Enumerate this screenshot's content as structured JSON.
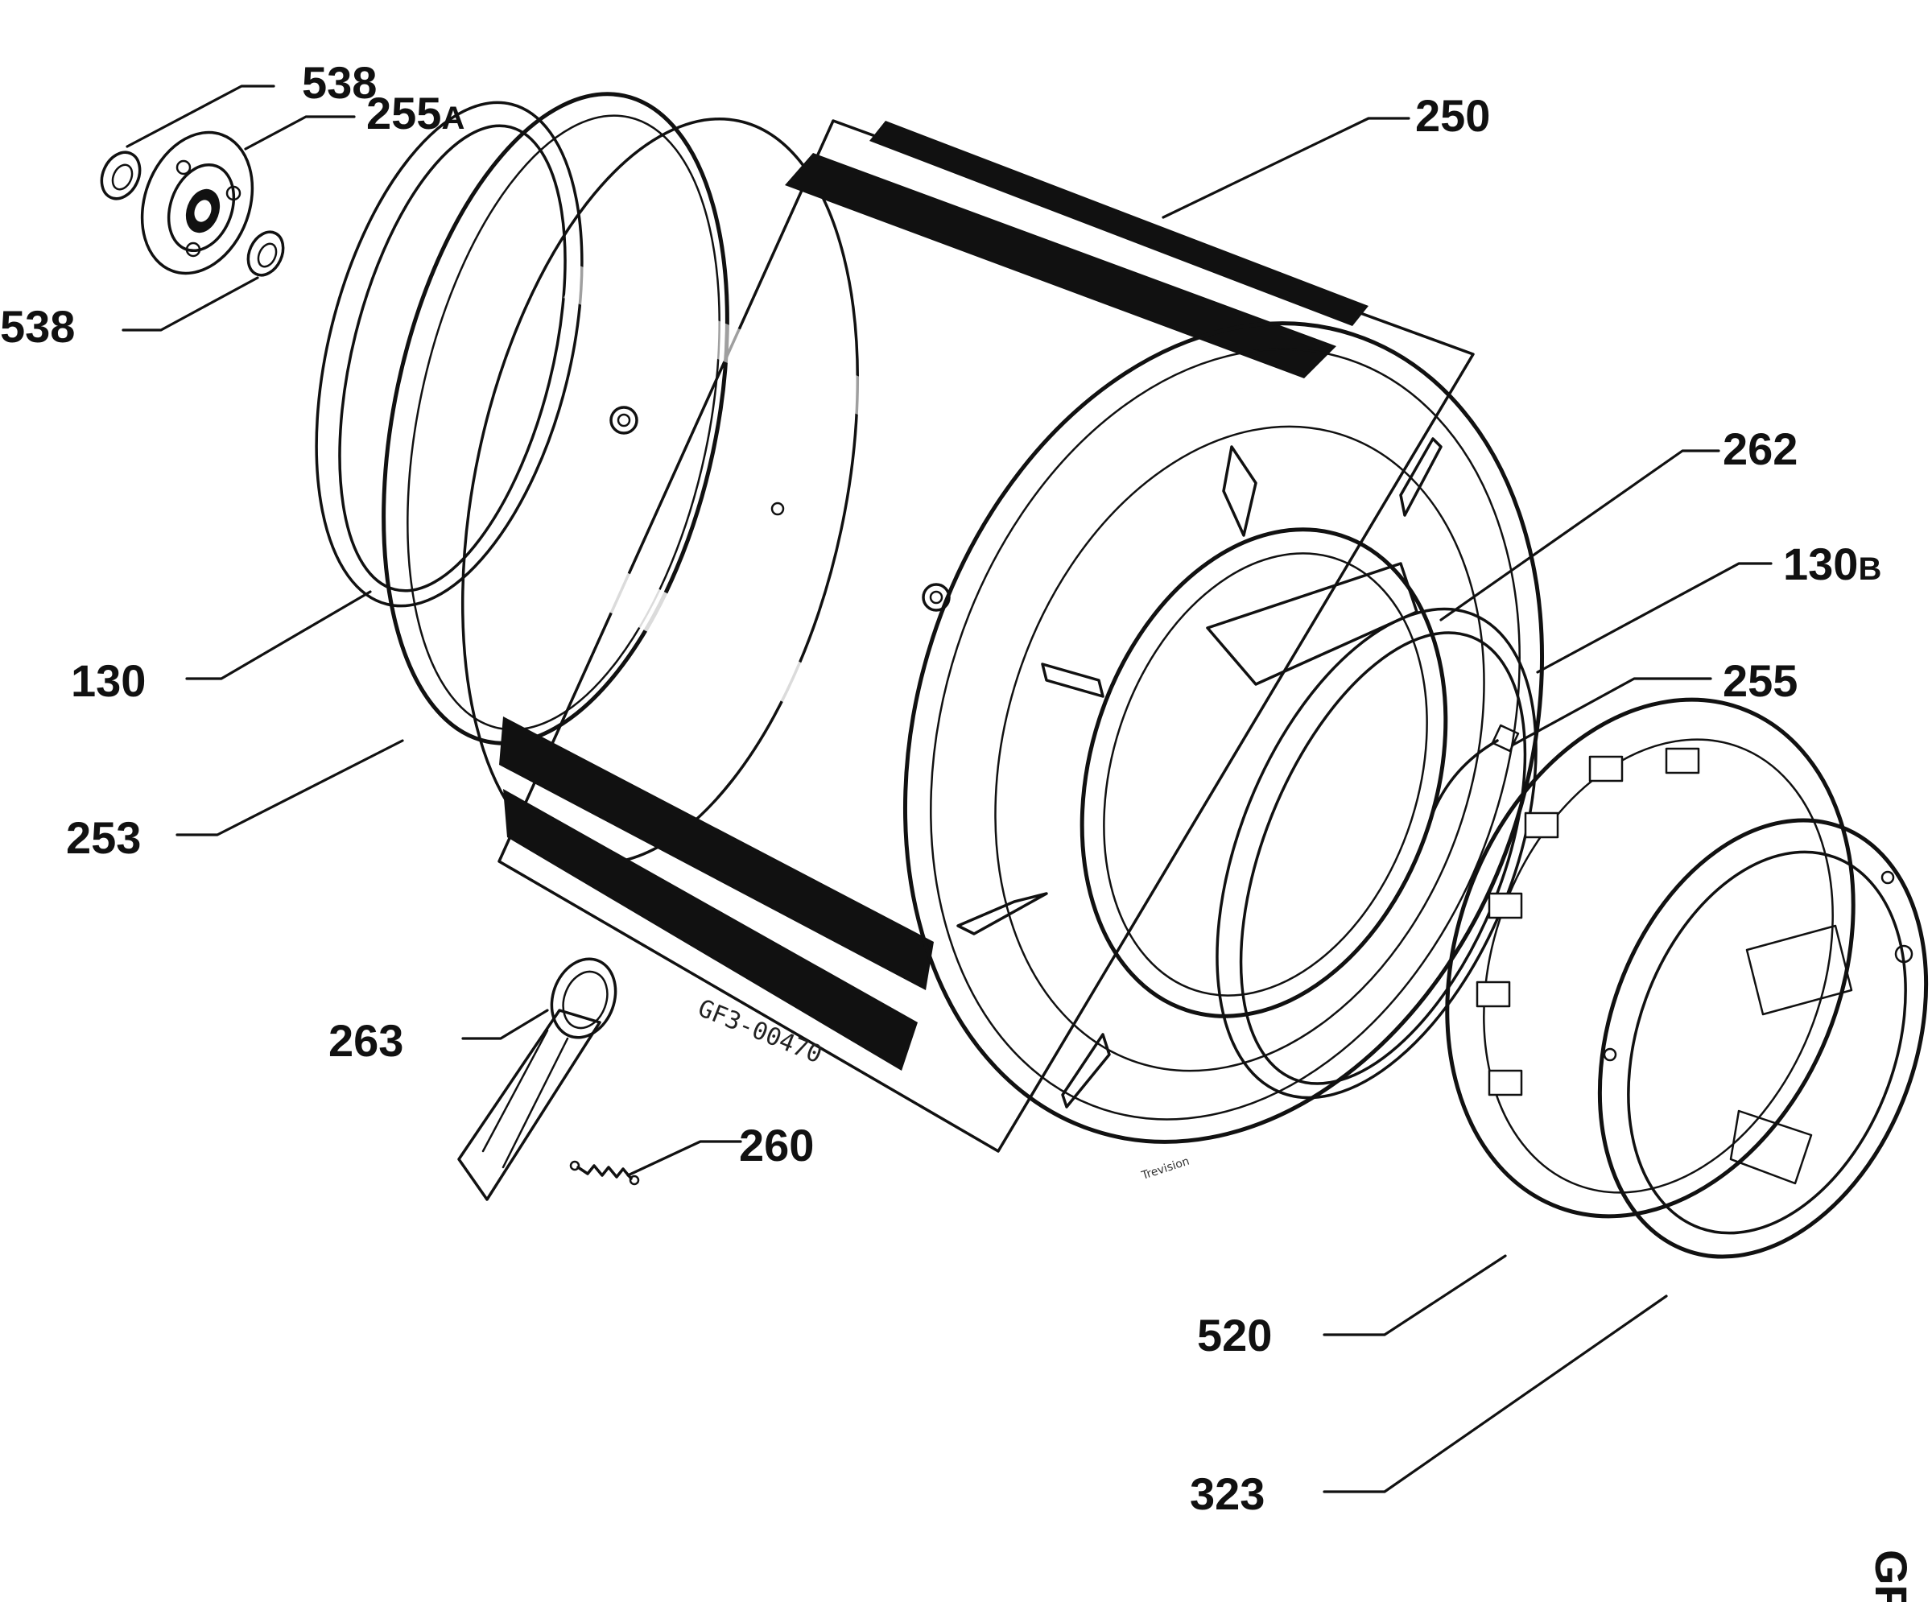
{
  "callouts": {
    "c538a": "538",
    "c255a": "255",
    "c255a_suffix": "A",
    "c538b": "538",
    "c250": "250",
    "c262": "262",
    "c130b": "130",
    "c130b_suffix": "B",
    "c255": "255",
    "c130": "130",
    "c253": "253",
    "c263": "263",
    "c260": "260",
    "c520": "520",
    "c323": "323"
  },
  "drawing_code": "GF3-00470",
  "artist_mark": "Trevision",
  "corner_code": "GF"
}
